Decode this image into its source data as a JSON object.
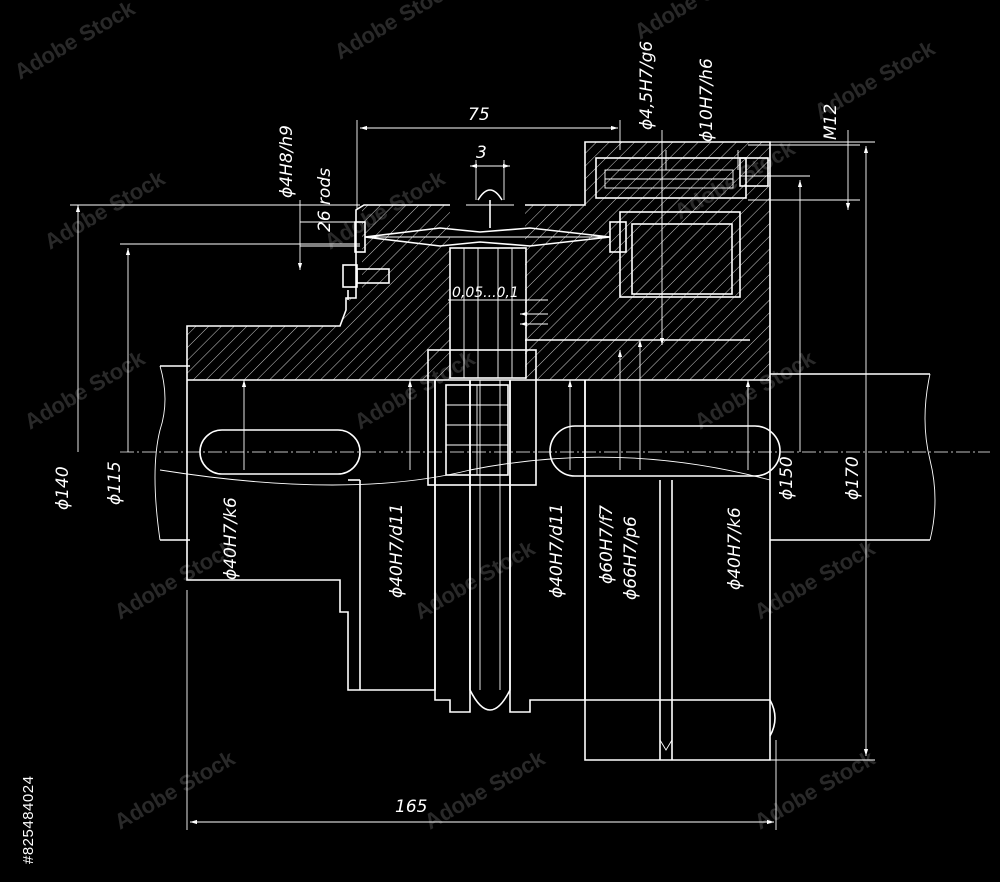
{
  "drawing": {
    "dimensions": {
      "d_4h8_h9": "ϕ4H8/h9",
      "rods": "26 rods",
      "len_75": "75",
      "len_3": "3",
      "d_4_5h7_g6": "ϕ4,5H7/g6",
      "d_10h7_h6": "ϕ10H7/h6",
      "m12": "M12",
      "gap": "0,05...0,1",
      "d_140": "ϕ140",
      "d_115": "ϕ115",
      "d_40h7_k6_left": "ϕ40H7/k6",
      "d_40h7_d11_a": "ϕ40H7/d11",
      "d_40h7_d11_b": "ϕ40H7/d11",
      "d_60h7_f7": "ϕ60H7/f7",
      "d_66h7_p6": "ϕ66H7/p6",
      "d_40h7_k6_right": "ϕ40H7/k6",
      "d_150": "ϕ150",
      "d_170": "ϕ170",
      "len_165": "165"
    },
    "colors": {
      "background": "#000000",
      "lines": "#ffffff"
    }
  },
  "watermark": {
    "text": "Adobe Stock",
    "stock_id": "#825484024"
  }
}
